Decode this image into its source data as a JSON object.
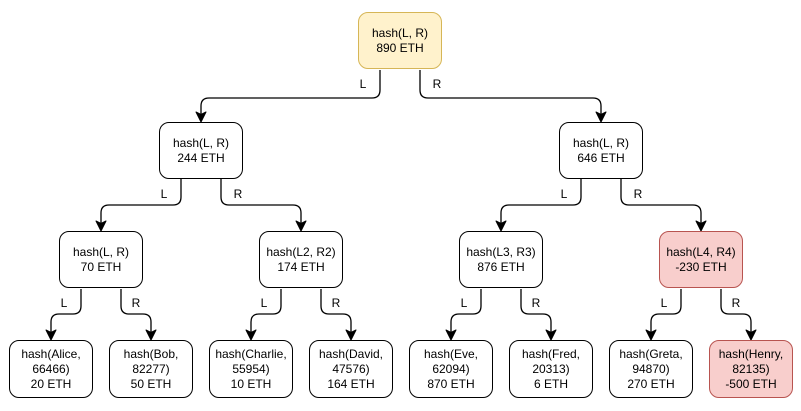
{
  "diagram": {
    "type": "merkle-sum-tree",
    "unit": "ETH"
  },
  "colors": {
    "root_fill": "#FFF2CC",
    "root_border": "#D6B656",
    "negative_fill": "#F8CECC",
    "negative_border": "#B85450",
    "node_fill": "#FFFFFF",
    "node_border": "#000000",
    "edge_stroke": "#000000"
  },
  "edge_labels": {
    "left": "L",
    "right": "R"
  },
  "tree": {
    "root": {
      "label": "hash(L, R)",
      "value": "890 ETH",
      "highlight": "yellow"
    },
    "level2": [
      {
        "label": "hash(L, R)",
        "value": "244 ETH",
        "highlight": "none"
      },
      {
        "label": "hash(L, R)",
        "value": "646 ETH",
        "highlight": "none"
      }
    ],
    "level3": [
      {
        "label": "hash(L, R)",
        "value": "70 ETH",
        "highlight": "none"
      },
      {
        "label": "hash(L2, R2)",
        "value": "174 ETH",
        "highlight": "none"
      },
      {
        "label": "hash(L3, R3)",
        "value": "876 ETH",
        "highlight": "none"
      },
      {
        "label": "hash(L4, R4)",
        "value": "-230 ETH",
        "highlight": "red"
      }
    ],
    "leaves": [
      {
        "label": "hash(Alice, 66466)",
        "value": "20 ETH",
        "highlight": "none"
      },
      {
        "label": "hash(Bob, 82277)",
        "value": "50 ETH",
        "highlight": "none"
      },
      {
        "label": "hash(Charlie, 55954)",
        "value": "10 ETH",
        "highlight": "none"
      },
      {
        "label": "hash(David, 47576)",
        "value": "164 ETH",
        "highlight": "none"
      },
      {
        "label": "hash(Eve, 62094)",
        "value": "870 ETH",
        "highlight": "none"
      },
      {
        "label": "hash(Fred, 20313)",
        "value": "6 ETH",
        "highlight": "none"
      },
      {
        "label": "hash(Greta, 94870)",
        "value": "270 ETH",
        "highlight": "none"
      },
      {
        "label": "hash(Henry, 82135)",
        "value": "-500 ETH",
        "highlight": "red"
      }
    ]
  }
}
